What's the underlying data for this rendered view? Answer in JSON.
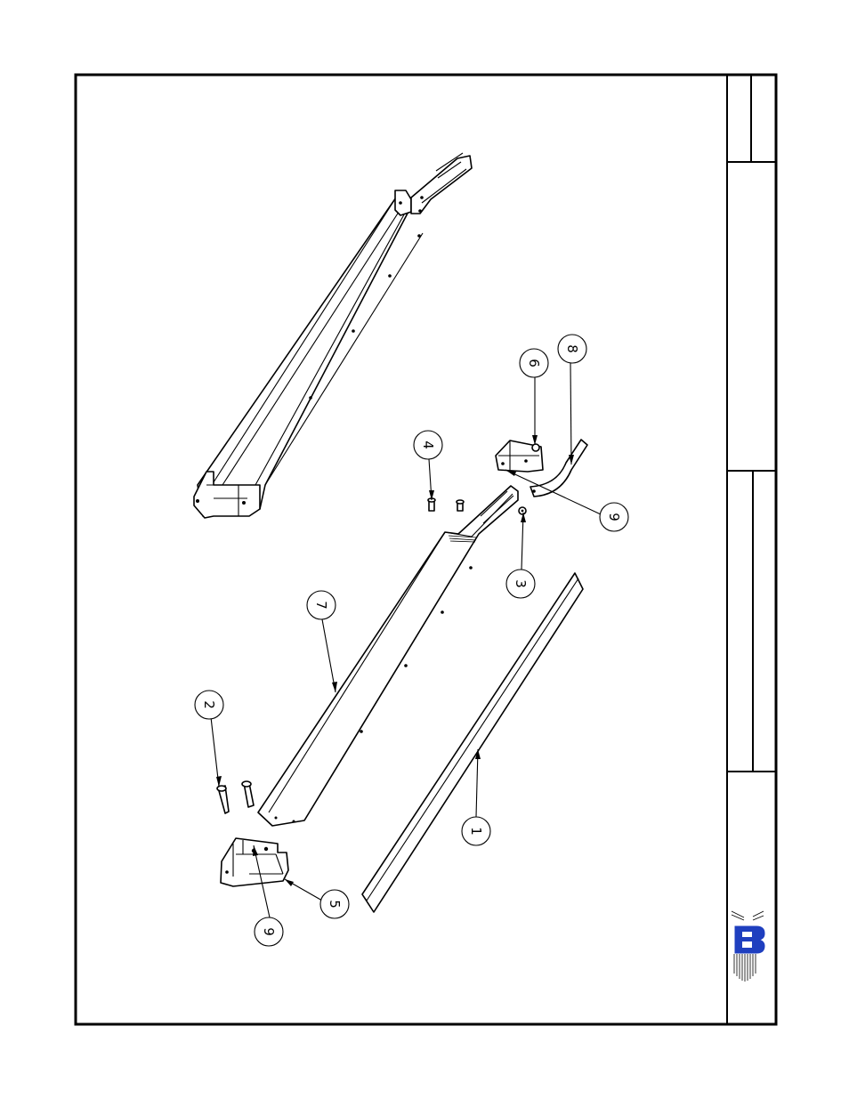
{
  "drawing": {
    "balloons": [
      {
        "id": "b1",
        "label": "1"
      },
      {
        "id": "b2",
        "label": "2"
      },
      {
        "id": "b3",
        "label": "3"
      },
      {
        "id": "b4",
        "label": "4"
      },
      {
        "id": "b5",
        "label": "5"
      },
      {
        "id": "b6",
        "label": "6"
      },
      {
        "id": "b7",
        "label": "7"
      },
      {
        "id": "b8",
        "label": "8"
      },
      {
        "id": "b9a",
        "label": "9"
      },
      {
        "id": "b9b",
        "label": "9"
      }
    ]
  },
  "logo": {
    "icon": "b-logo-icon",
    "color": "#1f3fbf"
  },
  "colors": {
    "line": "#000000",
    "paper": "#ffffff"
  }
}
